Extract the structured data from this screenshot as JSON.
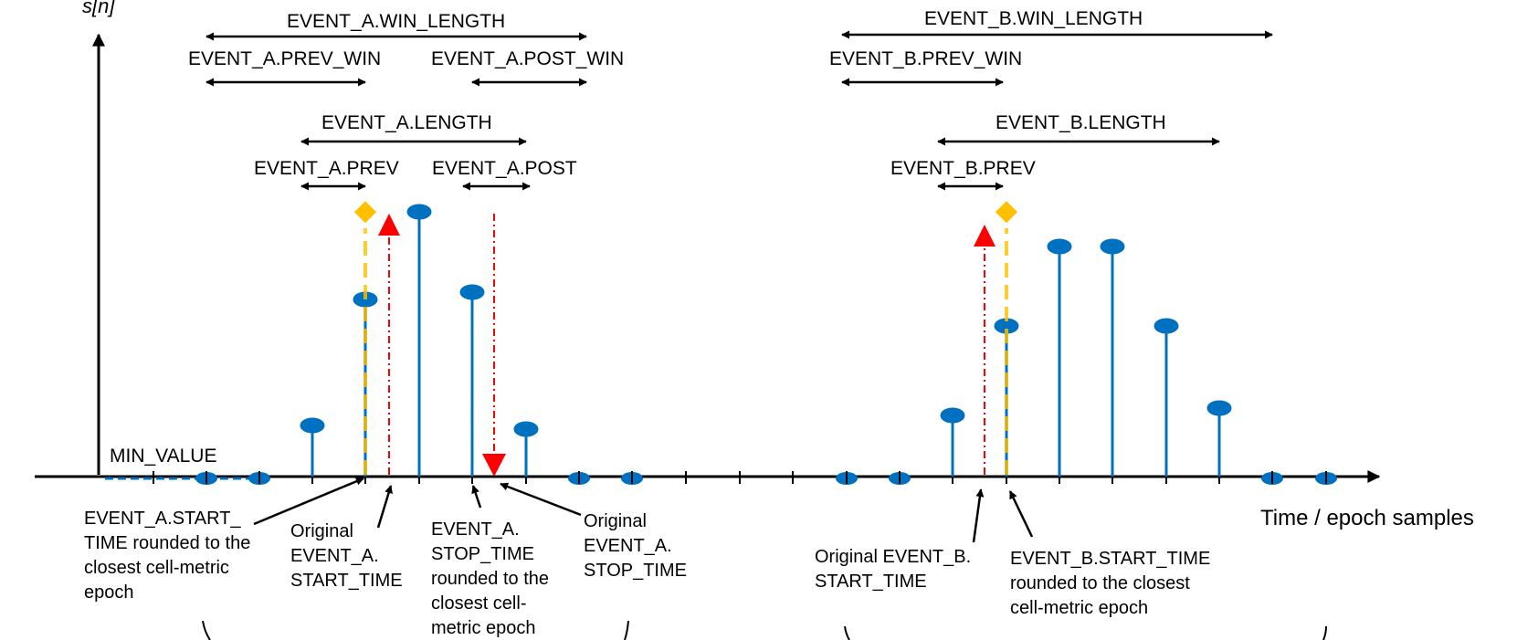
{
  "axis": {
    "y_label": "s[n]",
    "x_label": "Time / epoch samples",
    "min_value_label": "MIN_VALUE"
  },
  "event_a": {
    "win_length": "EVENT_A.WIN_LENGTH",
    "prev_win": "EVENT_A.PREV_WIN",
    "post_win": "EVENT_A.POST_WIN",
    "length": "EVENT_A.LENGTH",
    "prev": "EVENT_A.PREV",
    "post": "EVENT_A.POST"
  },
  "event_b": {
    "win_length": "EVENT_B.WIN_LENGTH",
    "prev_win": "EVENT_B.PREV_WIN",
    "length": "EVENT_B.LENGTH",
    "prev": "EVENT_B.PREV"
  },
  "annotations": {
    "a_start_rounded": [
      "EVENT_A.START_",
      "TIME rounded to the",
      "closest cell-metric",
      "epoch"
    ],
    "a_start_original": [
      "Original",
      "EVENT_A.",
      "START_TIME"
    ],
    "a_stop_rounded": [
      "EVENT_A.",
      "STOP_TIME",
      "rounded to the",
      "closest cell-",
      "metric epoch"
    ],
    "a_stop_original": [
      "Original",
      "EVENT_A.",
      "STOP_TIME"
    ],
    "b_start_original": [
      "Original EVENT_B.",
      "START_TIME"
    ],
    "b_start_rounded": [
      "EVENT_B.START_TIME",
      " rounded to the closest",
      "cell-metric epoch"
    ]
  },
  "colors": {
    "stem": "#0070c0",
    "rounded_marker": "#ffc000",
    "original_marker": "#ff0000",
    "axis": "#000000"
  }
}
